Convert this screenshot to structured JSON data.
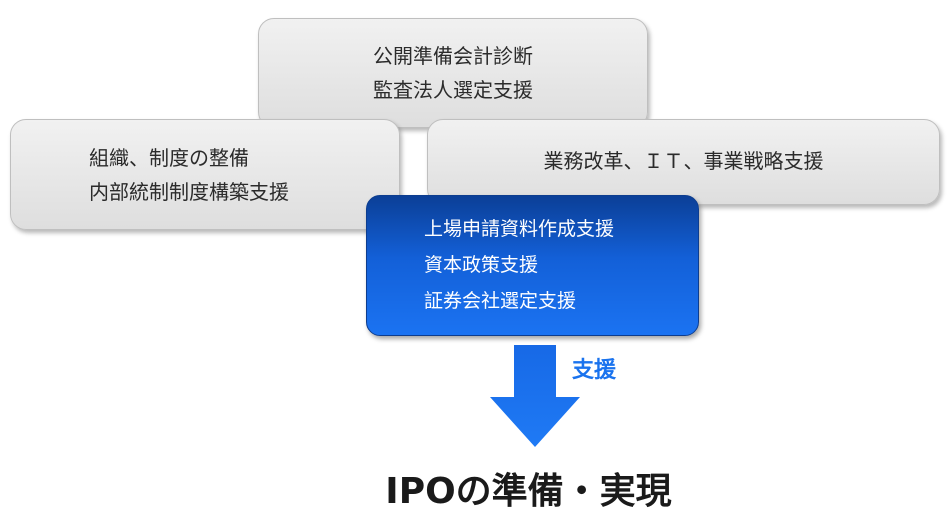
{
  "top_box": {
    "lines": [
      "公開準備会計診断",
      "監査法人選定支援"
    ]
  },
  "left_box": {
    "lines": [
      "組織、制度の整備",
      "内部統制制度構築支援"
    ]
  },
  "right_box": {
    "lines": [
      "業務改革、ＩＴ、事業戦略支援"
    ]
  },
  "center_box": {
    "lines": [
      "上場申請資料作成支援",
      "資本政策支援",
      "証券会社選定支援"
    ]
  },
  "arrow": {
    "label": "支援",
    "color": "#1a73ee"
  },
  "result": {
    "title": "IPOの準備・実現"
  }
}
